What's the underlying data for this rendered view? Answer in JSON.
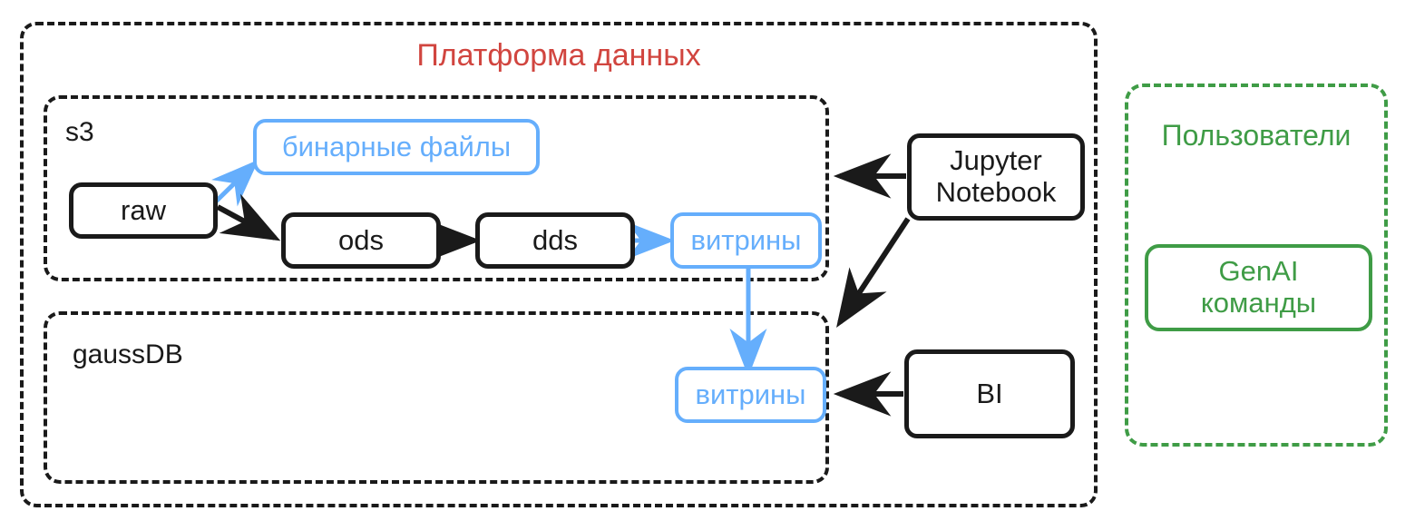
{
  "diagram": {
    "groups": {
      "platform": {
        "title": "Платформа данных",
        "color": "#d1453f"
      },
      "s3": {
        "label": "s3",
        "color": "#1a1a1a"
      },
      "gaussdb": {
        "label": "gaussDB",
        "color": "#1a1a1a"
      },
      "users": {
        "title": "Пользователи",
        "color": "#3f9c46"
      }
    },
    "nodes": {
      "raw": {
        "label": "raw"
      },
      "binary_files": {
        "label": "бинарные файлы"
      },
      "ods": {
        "label": "ods"
      },
      "dds": {
        "label": "dds"
      },
      "marts_s3": {
        "label": "витрины"
      },
      "marts_gauss": {
        "label": "витрины"
      },
      "jupyter": {
        "line1": "Jupyter",
        "line2": "Notebook"
      },
      "bi": {
        "label": "BI"
      },
      "genai": {
        "line1": "GenAI",
        "line2": "команды"
      }
    },
    "edges": [
      {
        "name": "raw-to-binary-files",
        "from": "raw",
        "to": "binary_files",
        "color": "#65aefc"
      },
      {
        "name": "raw-to-ods",
        "from": "raw",
        "to": "ods",
        "color": "#1a1a1a"
      },
      {
        "name": "ods-to-dds",
        "from": "ods",
        "to": "dds",
        "color": "#1a1a1a"
      },
      {
        "name": "dds-to-marts-s3",
        "from": "dds",
        "to": "marts_s3",
        "color": "#65aefc"
      },
      {
        "name": "marts-s3-to-marts-gauss",
        "from": "marts_s3",
        "to": "marts_gauss",
        "color": "#65aefc"
      },
      {
        "name": "jupyter-to-s3",
        "from": "jupyter",
        "to": "s3",
        "color": "#1a1a1a"
      },
      {
        "name": "jupyter-to-gaussdb",
        "from": "jupyter",
        "to": "gaussdb",
        "color": "#1a1a1a"
      },
      {
        "name": "bi-to-marts-gauss",
        "from": "bi",
        "to": "marts_gauss",
        "color": "#1a1a1a"
      }
    ],
    "colors": {
      "black": "#1a1a1a",
      "blue": "#65aefc",
      "green": "#3f9c46",
      "red": "#d1453f",
      "background": "#ffffff"
    }
  }
}
